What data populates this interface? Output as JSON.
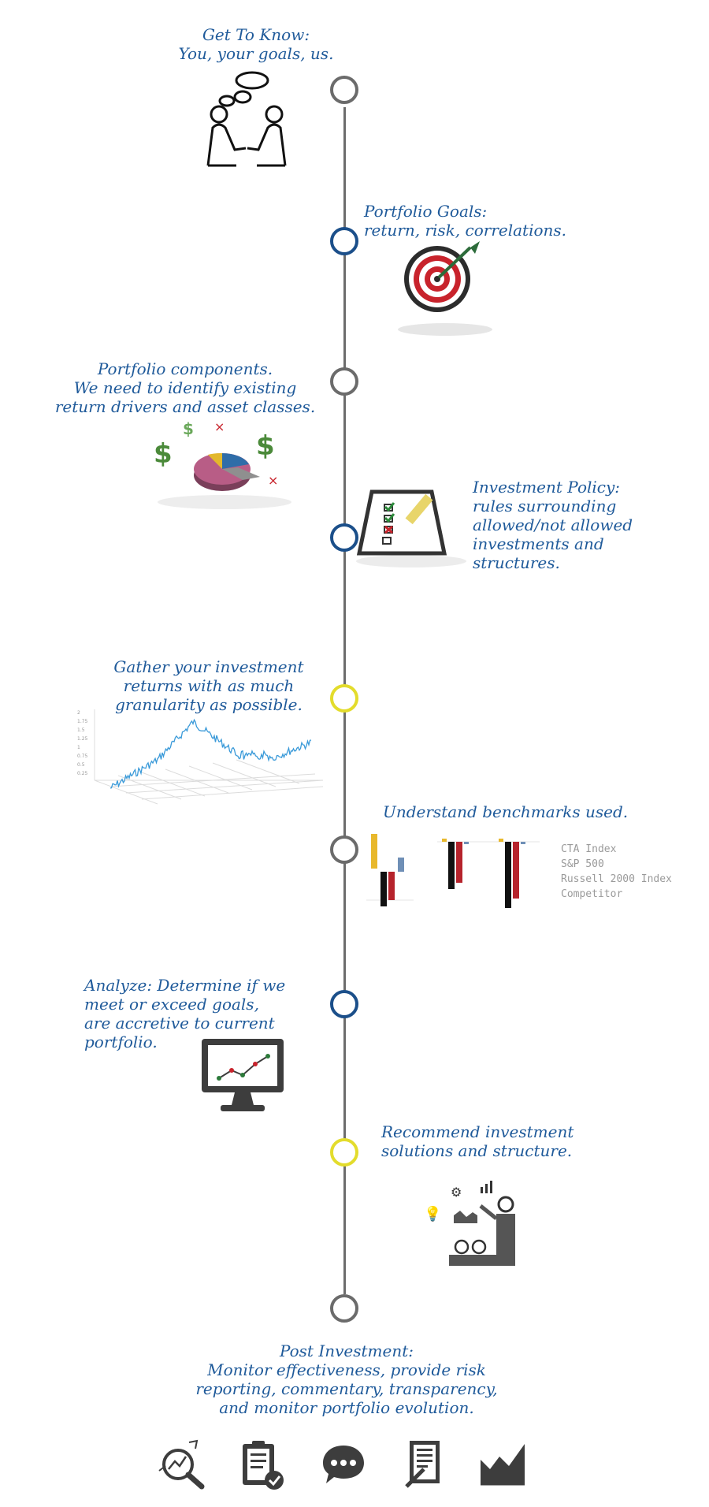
{
  "steps": [
    {
      "text": "Get To Know:\nYou, your goals, us."
    },
    {
      "text": "Portfolio Goals:\nreturn, risk, correlations."
    },
    {
      "text": "Portfolio components.\nWe need to identify existing\nreturn drivers and asset classes."
    },
    {
      "text": "Investment Policy:\nrules surrounding\nallowed/not allowed\ninvestments and\nstructures."
    },
    {
      "text": "Gather your investment\nreturns with as much\ngranularity as possible."
    },
    {
      "text": "Understand benchmarks used."
    },
    {
      "text": "Analyze: Determine if we\nmeet or exceed goals,\nare accretive to current\nportfolio."
    },
    {
      "text": "Recommend investment\nsolutions and structure."
    },
    {
      "text": "Post Investment:\nMonitor effectiveness, provide risk\nreporting, commentary, transparency,\nand monitor portfolio evolution."
    }
  ],
  "benchmark_legend": [
    "CTA Index",
    "S&P 500",
    "Russell 2000 Index",
    "Competitor"
  ],
  "mini_chart_ticks": [
    "2",
    "1.75",
    "1.5",
    "1.25",
    "1",
    "0.75",
    "0.5",
    "0.25"
  ],
  "colors": {
    "text_blue": "#1f5a9a",
    "node_gray": "#6b6b6b",
    "node_blue": "#1b4f8a",
    "node_yellow": "#e3dc2c",
    "spine": "#6c6c6c"
  },
  "icons": [
    "handshake-icon",
    "target-icon",
    "pie-chart-icon",
    "checklist-board-icon",
    "line-chart-3d-icon",
    "bar-chart-icon",
    "monitor-chart-icon",
    "presenter-icon",
    "magnify-chart-icon",
    "clipboard-check-icon",
    "chat-bubble-icon",
    "document-pen-icon",
    "area-chart-icon"
  ]
}
